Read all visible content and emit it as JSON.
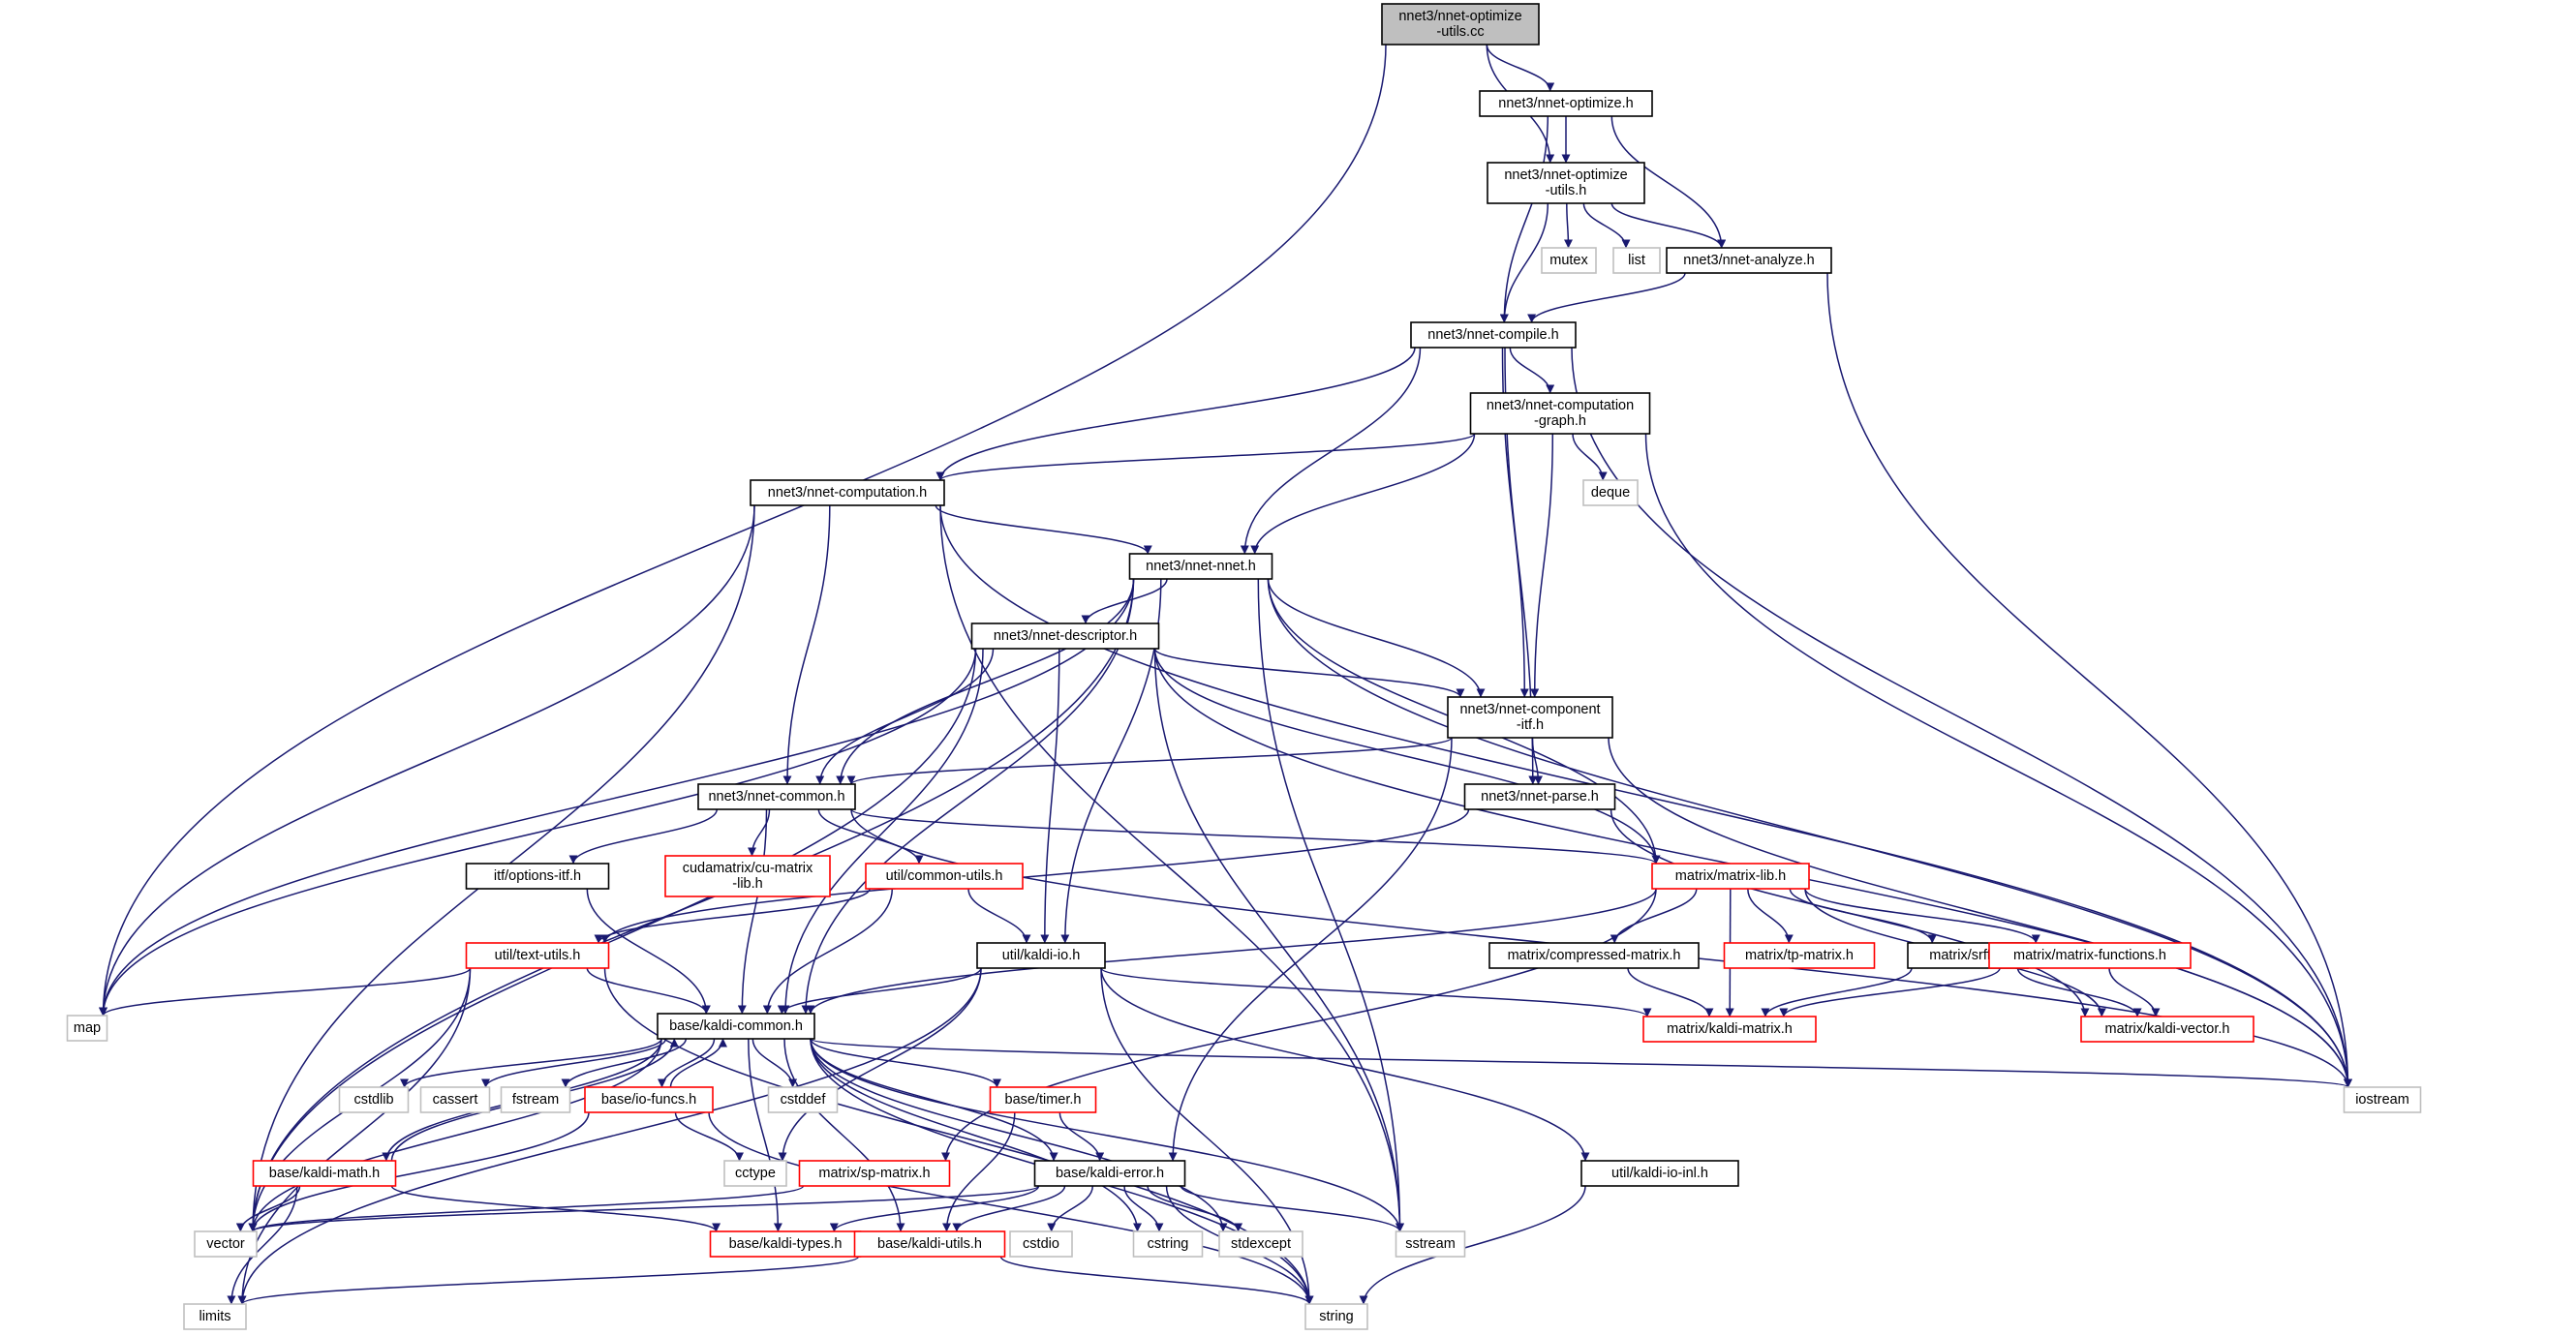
{
  "colors": {
    "edge": "#191970",
    "box_normal": "#000000",
    "box_truncated": "#ff0000",
    "box_system": "#bfbfbf",
    "fill_root": "#bfbfbf",
    "fill_default": "#ffffff",
    "text": "#000000"
  },
  "nodes": [
    {
      "id": "root",
      "kind": "root",
      "lines": [
        "nnet3/nnet-optimize",
        "-utils.cc"
      ]
    },
    {
      "id": "optimize_h",
      "kind": "normal",
      "lines": [
        "nnet3/nnet-optimize.h"
      ]
    },
    {
      "id": "optimize_utils_h",
      "kind": "normal",
      "lines": [
        "nnet3/nnet-optimize",
        "-utils.h"
      ]
    },
    {
      "id": "mutex",
      "kind": "system",
      "lines": [
        "mutex"
      ]
    },
    {
      "id": "list",
      "kind": "system",
      "lines": [
        "list"
      ]
    },
    {
      "id": "analyze_h",
      "kind": "normal",
      "lines": [
        "nnet3/nnet-analyze.h"
      ]
    },
    {
      "id": "compile_h",
      "kind": "normal",
      "lines": [
        "nnet3/nnet-compile.h"
      ]
    },
    {
      "id": "comp_graph_h",
      "kind": "normal",
      "lines": [
        "nnet3/nnet-computation",
        "-graph.h"
      ]
    },
    {
      "id": "deque",
      "kind": "system",
      "lines": [
        "deque"
      ]
    },
    {
      "id": "computation_h",
      "kind": "normal",
      "lines": [
        "nnet3/nnet-computation.h"
      ]
    },
    {
      "id": "nnet_h",
      "kind": "normal",
      "lines": [
        "nnet3/nnet-nnet.h"
      ]
    },
    {
      "id": "descriptor_h",
      "kind": "normal",
      "lines": [
        "nnet3/nnet-descriptor.h"
      ]
    },
    {
      "id": "component_itf_h",
      "kind": "normal",
      "lines": [
        "nnet3/nnet-component",
        "-itf.h"
      ]
    },
    {
      "id": "common_h",
      "kind": "normal",
      "lines": [
        "nnet3/nnet-common.h"
      ]
    },
    {
      "id": "parse_h",
      "kind": "normal",
      "lines": [
        "nnet3/nnet-parse.h"
      ]
    },
    {
      "id": "options_itf_h",
      "kind": "normal",
      "lines": [
        "itf/options-itf.h"
      ]
    },
    {
      "id": "cu_matrix_lib_h",
      "kind": "truncated",
      "lines": [
        "cudamatrix/cu-matrix",
        "-lib.h"
      ]
    },
    {
      "id": "common_utils_h",
      "kind": "truncated",
      "lines": [
        "util/common-utils.h"
      ]
    },
    {
      "id": "matrix_lib_h",
      "kind": "truncated",
      "lines": [
        "matrix/matrix-lib.h"
      ]
    },
    {
      "id": "text_utils_h",
      "kind": "truncated",
      "lines": [
        "util/text-utils.h"
      ]
    },
    {
      "id": "kaldi_io_h",
      "kind": "normal",
      "lines": [
        "util/kaldi-io.h"
      ]
    },
    {
      "id": "compressed_matrix_h",
      "kind": "normal",
      "lines": [
        "matrix/compressed-matrix.h"
      ]
    },
    {
      "id": "tp_matrix_h",
      "kind": "truncated",
      "lines": [
        "matrix/tp-matrix.h"
      ]
    },
    {
      "id": "srfft_h",
      "kind": "normal",
      "lines": [
        "matrix/srfft.h"
      ]
    },
    {
      "id": "matrix_functions_h",
      "kind": "truncated",
      "lines": [
        "matrix/matrix-functions.h"
      ]
    },
    {
      "id": "map",
      "kind": "system",
      "lines": [
        "map"
      ]
    },
    {
      "id": "kaldi_common_h",
      "kind": "normal",
      "lines": [
        "base/kaldi-common.h"
      ]
    },
    {
      "id": "kaldi_matrix_h",
      "kind": "truncated",
      "lines": [
        "matrix/kaldi-matrix.h"
      ]
    },
    {
      "id": "kaldi_vector_h",
      "kind": "truncated",
      "lines": [
        "matrix/kaldi-vector.h"
      ]
    },
    {
      "id": "cstdlib",
      "kind": "system",
      "lines": [
        "cstdlib"
      ]
    },
    {
      "id": "cassert",
      "kind": "system",
      "lines": [
        "cassert"
      ]
    },
    {
      "id": "fstream",
      "kind": "system",
      "lines": [
        "fstream"
      ]
    },
    {
      "id": "io_funcs_h",
      "kind": "truncated",
      "lines": [
        "base/io-funcs.h"
      ]
    },
    {
      "id": "cstddef",
      "kind": "system",
      "lines": [
        "cstddef"
      ]
    },
    {
      "id": "timer_h",
      "kind": "truncated",
      "lines": [
        "base/timer.h"
      ]
    },
    {
      "id": "iostream",
      "kind": "system",
      "lines": [
        "iostream"
      ]
    },
    {
      "id": "kaldi_math_h",
      "kind": "truncated",
      "lines": [
        "base/kaldi-math.h"
      ]
    },
    {
      "id": "cctype",
      "kind": "system",
      "lines": [
        "cctype"
      ]
    },
    {
      "id": "sp_matrix_h",
      "kind": "truncated",
      "lines": [
        "matrix/sp-matrix.h"
      ]
    },
    {
      "id": "kaldi_error_h",
      "kind": "normal",
      "lines": [
        "base/kaldi-error.h"
      ]
    },
    {
      "id": "kaldi_io_inl_h",
      "kind": "normal",
      "lines": [
        "util/kaldi-io-inl.h"
      ]
    },
    {
      "id": "vector",
      "kind": "system",
      "lines": [
        "vector"
      ]
    },
    {
      "id": "kaldi_types_h",
      "kind": "truncated",
      "lines": [
        "base/kaldi-types.h"
      ]
    },
    {
      "id": "kaldi_utils_h",
      "kind": "truncated",
      "lines": [
        "base/kaldi-utils.h"
      ]
    },
    {
      "id": "cstdio",
      "kind": "system",
      "lines": [
        "cstdio"
      ]
    },
    {
      "id": "cstring",
      "kind": "system",
      "lines": [
        "cstring"
      ]
    },
    {
      "id": "stdexcept",
      "kind": "system",
      "lines": [
        "stdexcept"
      ]
    },
    {
      "id": "sstream",
      "kind": "system",
      "lines": [
        "sstream"
      ]
    },
    {
      "id": "limits",
      "kind": "system",
      "lines": [
        "limits"
      ]
    },
    {
      "id": "string",
      "kind": "system",
      "lines": [
        "string"
      ]
    }
  ],
  "edges": [
    [
      "root",
      "optimize_h"
    ],
    [
      "root",
      "optimize_utils_h"
    ],
    [
      "root",
      "map"
    ],
    [
      "optimize_h",
      "optimize_utils_h"
    ],
    [
      "optimize_h",
      "analyze_h"
    ],
    [
      "optimize_h",
      "compile_h"
    ],
    [
      "optimize_utils_h",
      "mutex"
    ],
    [
      "optimize_utils_h",
      "list"
    ],
    [
      "optimize_utils_h",
      "analyze_h"
    ],
    [
      "optimize_utils_h",
      "compile_h"
    ],
    [
      "analyze_h",
      "compile_h"
    ],
    [
      "analyze_h",
      "iostream"
    ],
    [
      "compile_h",
      "comp_graph_h"
    ],
    [
      "compile_h",
      "computation_h"
    ],
    [
      "compile_h",
      "nnet_h"
    ],
    [
      "compile_h",
      "component_itf_h"
    ],
    [
      "compile_h",
      "parse_h"
    ],
    [
      "compile_h",
      "iostream"
    ],
    [
      "comp_graph_h",
      "deque"
    ],
    [
      "comp_graph_h",
      "computation_h"
    ],
    [
      "comp_graph_h",
      "nnet_h"
    ],
    [
      "comp_graph_h",
      "component_itf_h"
    ],
    [
      "comp_graph_h",
      "iostream"
    ],
    [
      "computation_h",
      "nnet_h"
    ],
    [
      "computation_h",
      "common_h"
    ],
    [
      "computation_h",
      "map"
    ],
    [
      "computation_h",
      "vector"
    ],
    [
      "computation_h",
      "sstream"
    ],
    [
      "computation_h",
      "iostream"
    ],
    [
      "nnet_h",
      "descriptor_h"
    ],
    [
      "nnet_h",
      "component_itf_h"
    ],
    [
      "nnet_h",
      "common_h"
    ],
    [
      "nnet_h",
      "matrix_lib_h"
    ],
    [
      "nnet_h",
      "kaldi_io_h"
    ],
    [
      "nnet_h",
      "kaldi_common_h"
    ],
    [
      "nnet_h",
      "map"
    ],
    [
      "nnet_h",
      "vector"
    ],
    [
      "nnet_h",
      "sstream"
    ],
    [
      "nnet_h",
      "iostream"
    ],
    [
      "descriptor_h",
      "component_itf_h"
    ],
    [
      "descriptor_h",
      "common_h"
    ],
    [
      "descriptor_h",
      "matrix_lib_h"
    ],
    [
      "descriptor_h",
      "kaldi_io_h"
    ],
    [
      "descriptor_h",
      "kaldi_common_h"
    ],
    [
      "descriptor_h",
      "map"
    ],
    [
      "descriptor_h",
      "vector"
    ],
    [
      "descriptor_h",
      "sstream"
    ],
    [
      "descriptor_h",
      "iostream"
    ],
    [
      "component_itf_h",
      "common_h"
    ],
    [
      "component_itf_h",
      "parse_h"
    ],
    [
      "component_itf_h",
      "kaldi_error_h"
    ],
    [
      "component_itf_h",
      "iostream"
    ],
    [
      "common_h",
      "options_itf_h"
    ],
    [
      "common_h",
      "cu_matrix_lib_h"
    ],
    [
      "common_h",
      "common_utils_h"
    ],
    [
      "common_h",
      "matrix_lib_h"
    ],
    [
      "common_h",
      "kaldi_common_h"
    ],
    [
      "common_h",
      "iostream"
    ],
    [
      "parse_h",
      "text_utils_h"
    ],
    [
      "parse_h",
      "kaldi_vector_h"
    ],
    [
      "options_itf_h",
      "kaldi_common_h"
    ],
    [
      "common_utils_h",
      "text_utils_h"
    ],
    [
      "common_utils_h",
      "kaldi_io_h"
    ],
    [
      "common_utils_h",
      "kaldi_common_h"
    ],
    [
      "matrix_lib_h",
      "kaldi_common_h"
    ],
    [
      "matrix_lib_h",
      "compressed_matrix_h"
    ],
    [
      "matrix_lib_h",
      "tp_matrix_h"
    ],
    [
      "matrix_lib_h",
      "srfft_h"
    ],
    [
      "matrix_lib_h",
      "matrix_functions_h"
    ],
    [
      "matrix_lib_h",
      "kaldi_matrix_h"
    ],
    [
      "matrix_lib_h",
      "kaldi_vector_h"
    ],
    [
      "matrix_lib_h",
      "sp_matrix_h"
    ],
    [
      "text_utils_h",
      "map"
    ],
    [
      "text_utils_h",
      "kaldi_common_h"
    ],
    [
      "text_utils_h",
      "vector"
    ],
    [
      "text_utils_h",
      "limits"
    ],
    [
      "text_utils_h",
      "string"
    ],
    [
      "kaldi_io_h",
      "kaldi_common_h"
    ],
    [
      "kaldi_io_h",
      "kaldi_matrix_h"
    ],
    [
      "kaldi_io_h",
      "kaldi_io_inl_h"
    ],
    [
      "kaldi_io_h",
      "cctype"
    ],
    [
      "kaldi_io_h",
      "limits"
    ],
    [
      "kaldi_io_h",
      "string"
    ],
    [
      "compressed_matrix_h",
      "kaldi_matrix_h"
    ],
    [
      "srfft_h",
      "kaldi_matrix_h"
    ],
    [
      "srfft_h",
      "kaldi_vector_h"
    ],
    [
      "matrix_functions_h",
      "kaldi_matrix_h"
    ],
    [
      "matrix_functions_h",
      "kaldi_vector_h"
    ],
    [
      "kaldi_common_h",
      "cstdlib"
    ],
    [
      "kaldi_common_h",
      "cassert"
    ],
    [
      "kaldi_common_h",
      "fstream"
    ],
    [
      "kaldi_common_h",
      "io_funcs_h"
    ],
    [
      "kaldi_common_h",
      "cstddef"
    ],
    [
      "kaldi_common_h",
      "timer_h"
    ],
    [
      "kaldi_common_h",
      "kaldi_math_h"
    ],
    [
      "kaldi_common_h",
      "kaldi_error_h"
    ],
    [
      "kaldi_common_h",
      "kaldi_types_h"
    ],
    [
      "kaldi_common_h",
      "kaldi_utils_h"
    ],
    [
      "kaldi_common_h",
      "cstring"
    ],
    [
      "kaldi_common_h",
      "stdexcept"
    ],
    [
      "kaldi_common_h",
      "sstream"
    ],
    [
      "kaldi_common_h",
      "string"
    ],
    [
      "kaldi_common_h",
      "iostream"
    ],
    [
      "kaldi_common_h",
      "vector"
    ],
    [
      "io_funcs_h",
      "kaldi_common_h"
    ],
    [
      "io_funcs_h",
      "cctype"
    ],
    [
      "io_funcs_h",
      "vector"
    ],
    [
      "io_funcs_h",
      "string"
    ],
    [
      "timer_h",
      "kaldi_error_h"
    ],
    [
      "timer_h",
      "kaldi_utils_h"
    ],
    [
      "kaldi_math_h",
      "kaldi_common_h"
    ],
    [
      "kaldi_math_h",
      "kaldi_types_h"
    ],
    [
      "kaldi_math_h",
      "vector"
    ],
    [
      "kaldi_math_h",
      "limits"
    ],
    [
      "sp_matrix_h",
      "vector"
    ],
    [
      "kaldi_error_h",
      "vector"
    ],
    [
      "kaldi_error_h",
      "kaldi_types_h"
    ],
    [
      "kaldi_error_h",
      "kaldi_utils_h"
    ],
    [
      "kaldi_error_h",
      "cstdio"
    ],
    [
      "kaldi_error_h",
      "cstring"
    ],
    [
      "kaldi_error_h",
      "stdexcept"
    ],
    [
      "kaldi_error_h",
      "sstream"
    ],
    [
      "kaldi_error_h",
      "string"
    ],
    [
      "kaldi_io_inl_h",
      "string"
    ],
    [
      "kaldi_utils_h",
      "limits"
    ],
    [
      "kaldi_utils_h",
      "string"
    ]
  ]
}
